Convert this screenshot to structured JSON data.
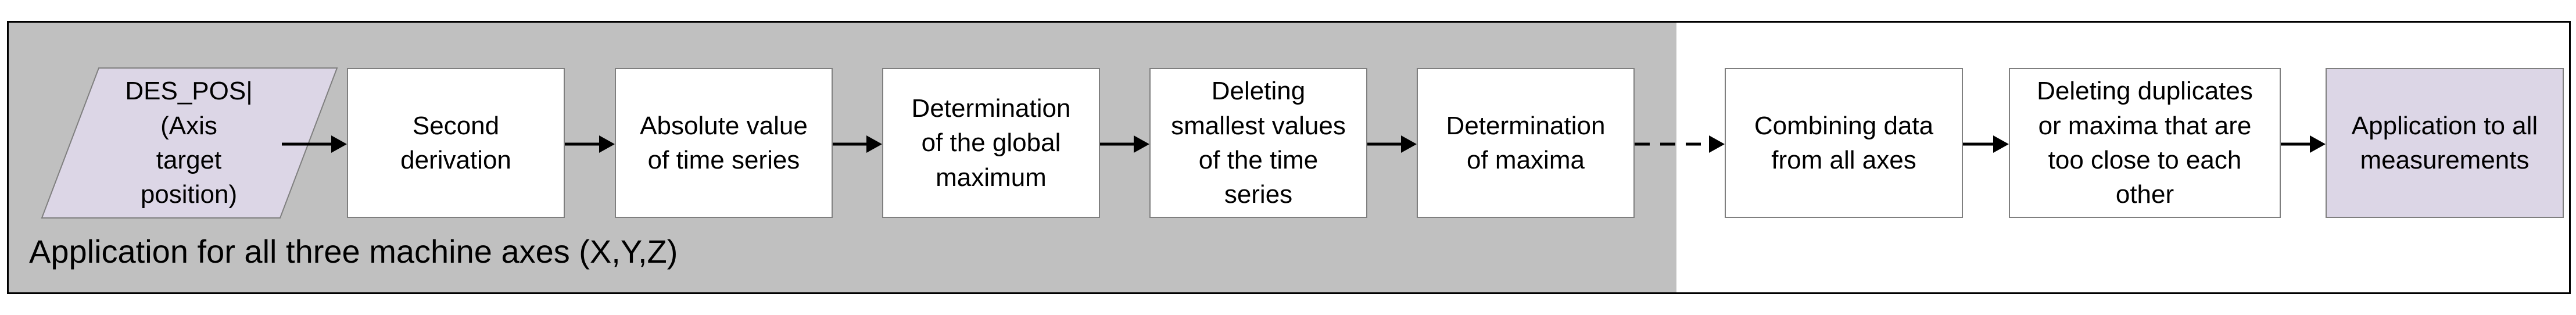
{
  "diagram": {
    "input": "DES_POS|\n(Axis\ntarget\nposition)",
    "steps_per_axis": [
      "Second\nderivation",
      "Absolute value\nof time series",
      "Determination\nof the global\nmaximum",
      "Deleting\nsmallest values\nof the time\nseries",
      "Determination\nof maxima"
    ],
    "steps_combined": [
      "Combining data\nfrom all axes",
      "Deleting duplicates\nor maxima that are\ntoo close to each\nother",
      "Application to all\nmeasurements"
    ],
    "region_caption": "Application for all three machine axes (X,Y,Z)"
  },
  "colors": {
    "region_fill": "#c0c0c0",
    "io_fill": "#dcd6e6",
    "box_border": "#7f7f7f"
  }
}
